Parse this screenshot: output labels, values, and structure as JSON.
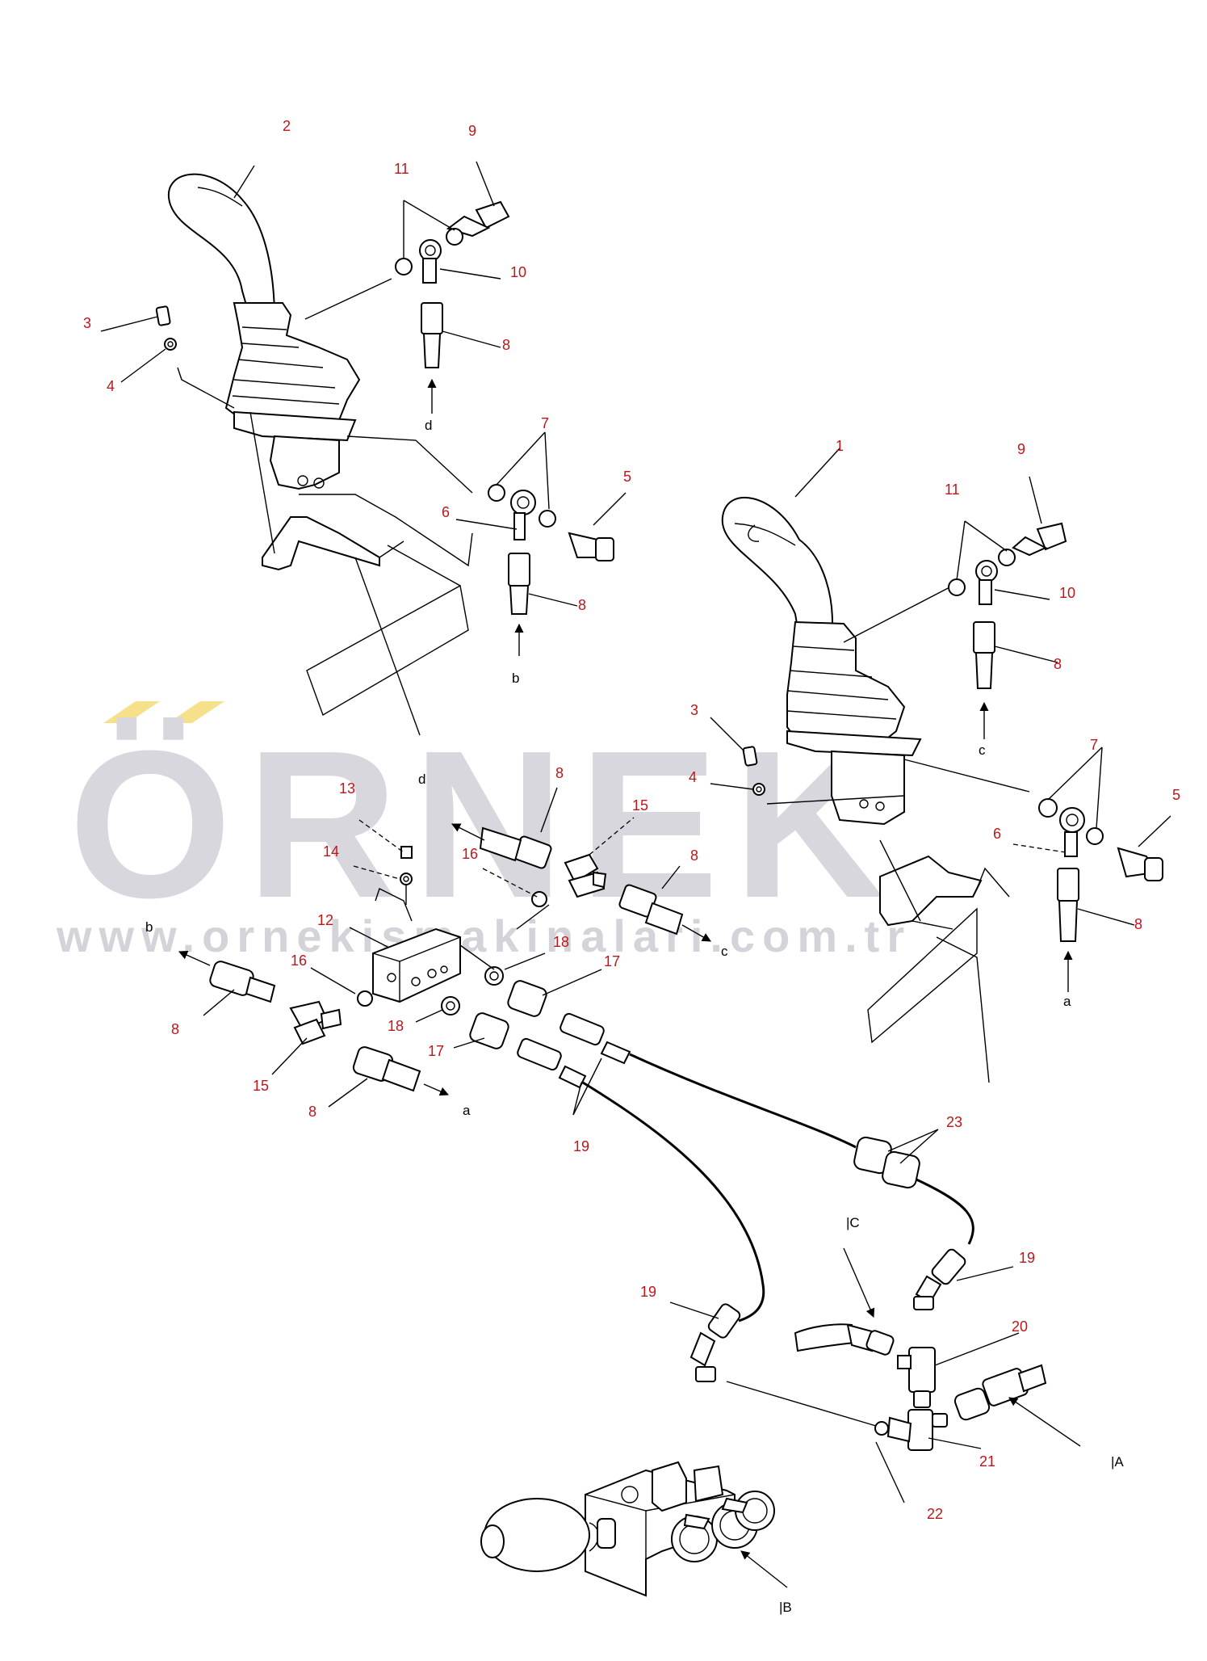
{
  "watermark": {
    "brand": "ÖRNEK",
    "url": "www.ornekismakinalari.com.tr",
    "accent_color": "#f7e08a",
    "text_color": "#d9d7de"
  },
  "label_color": "#c0161b",
  "part_numbers": {
    "left_joystick": "2",
    "right_joystick": "1",
    "screw": "3",
    "washer": "4",
    "banjo_bolt": "5",
    "banjo_fitting": "6",
    "seal_ring": "7",
    "hose_adapter": "8",
    "bolt": "9",
    "elbow_fitting": "10",
    "seal_washer": "11",
    "manifold_block": "12",
    "plug_screw": "13",
    "plug_washer": "14",
    "tee_fitting": "15",
    "o_ring": "16",
    "connector": "17",
    "seal": "18",
    "pilot_hose": "19",
    "tee_union": "20",
    "elbow_union": "21",
    "o_ring_small": "22",
    "hose_guard": "23"
  },
  "port_letters": {
    "a": "a",
    "b": "b",
    "c": "c",
    "d": "d",
    "A": "|A",
    "B": "|B",
    "C": "|C"
  }
}
